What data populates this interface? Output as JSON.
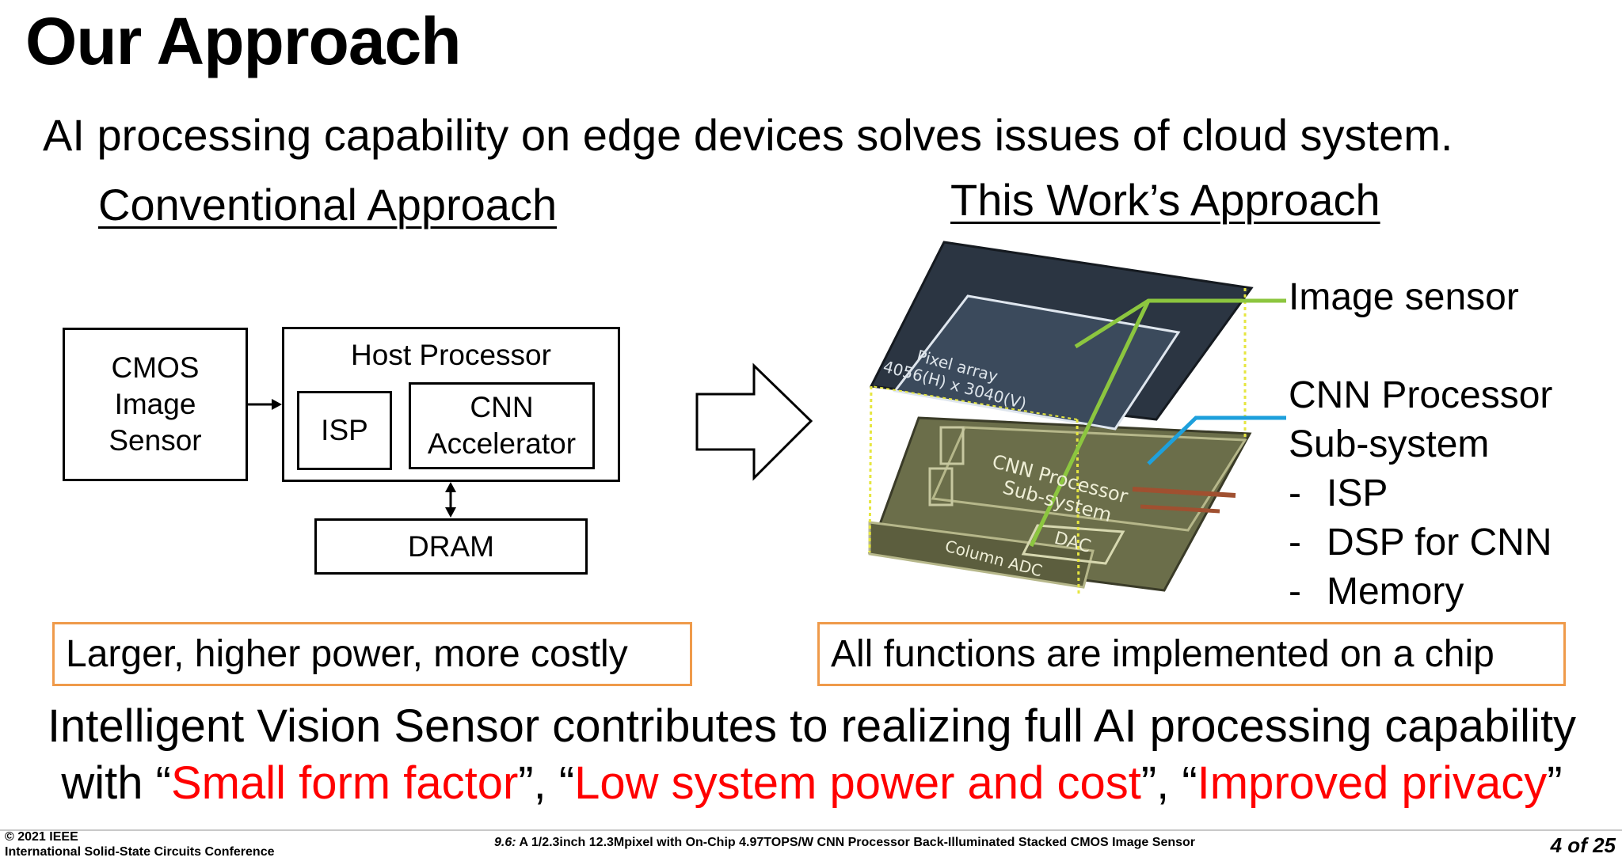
{
  "slide": {
    "title": "Our Approach",
    "subtitle": "AI processing capability on edge devices solves issues of cloud system."
  },
  "conventional": {
    "heading": "Conventional Approach",
    "cmos_label_1": "CMOS",
    "cmos_label_2": "Image",
    "cmos_label_3": "Sensor",
    "host_label": "Host Processor",
    "isp_label": "ISP",
    "cnn_label_1": "CNN",
    "cnn_label_2": "Accelerator",
    "dram_label": "DRAM",
    "callout": "Larger, higher power, more costly"
  },
  "work": {
    "heading": "This Work’s Approach",
    "image_sensor_label": "Image sensor",
    "cnn_label_1": "CNN Processor",
    "cnn_label_2": "Sub-system",
    "bullets": [
      "ISP",
      "DSP for CNN",
      "Memory"
    ],
    "bullet_dash": "-",
    "pixel_array_label_1": "Pixel array",
    "pixel_array_label_2": "4056(H) x 3040(V)",
    "die_cnn_label_1": "CNN Processor",
    "die_cnn_label_2": "Sub-system",
    "die_dac_label": "DAC",
    "die_adc_label": "Column ADC",
    "callout": "All functions are implemented on a chip"
  },
  "conclusion": {
    "line1": "Intelligent Vision Sensor contributes to realizing full AI processing capability",
    "line2_prefix": "with “",
    "phrase1": "Small form factor",
    "sep1": "”, “",
    "phrase2": "Low system power and cost",
    "sep2": "”, “",
    "phrase3": "Improved privacy",
    "line2_suffix": "”"
  },
  "footer": {
    "copyright_1": "© 2021 IEEE",
    "copyright_2": "International Solid-State Circuits Conference",
    "paper_id": "9.6:",
    "paper_title": "A 1/2.3inch 12.3Mpixel with On-Chip 4.97TOPS/W CNN Processor Back-Illuminated Stacked CMOS Image Sensor",
    "page": "4 of 25"
  },
  "colors": {
    "callout_border": "#ef9a4a",
    "highlight_red": "#ff0000",
    "sensor_line": "#8cc63f",
    "cnn_line": "#1ea0dc",
    "stack_guide": "#e6e640"
  },
  "icons": [
    "right-arrow-icon",
    "bidirectional-arrow-icon"
  ]
}
